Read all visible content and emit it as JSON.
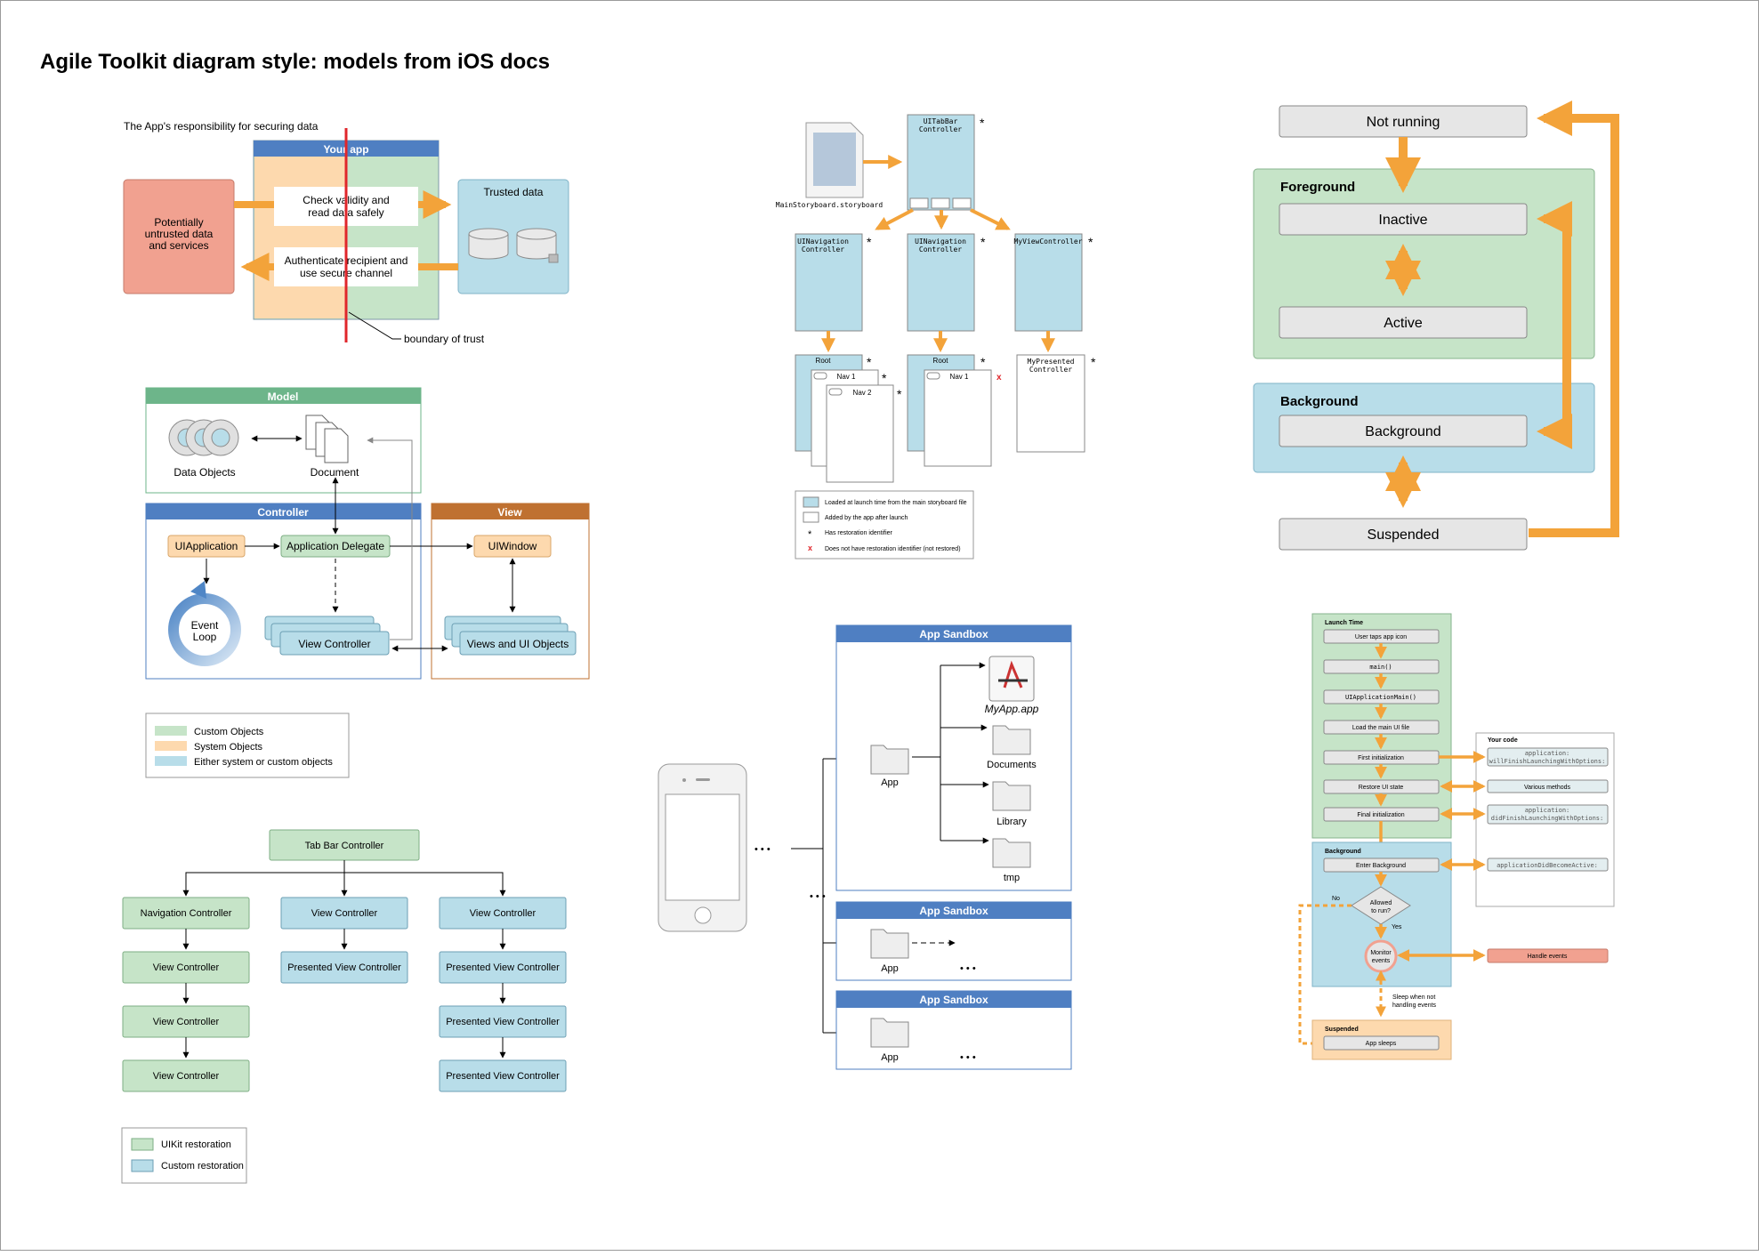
{
  "title": "Agile Toolkit diagram style: models from iOS docs",
  "colors": {
    "orange": "#f3a33a",
    "red": "#e0262b",
    "blue_header": "#4f7fc2",
    "green_header": "#6db58a",
    "brown_header": "#bf7131",
    "light_blue": "#b8dde9",
    "light_green": "#c6e4c8",
    "light_peach": "#fdd9ae",
    "salmon": "#f1a190",
    "gray_box": "#e6e6e6"
  },
  "security": {
    "caption": "The App's responsibility for securing data",
    "your_app": "Your app",
    "untrusted": [
      "Potentially",
      "untrusted data",
      "and services"
    ],
    "check": [
      "Check validity and",
      "read data safely"
    ],
    "authenticate": [
      "Authenticate recipient and",
      "use secure channel"
    ],
    "trusted": "Trusted data",
    "boundary": "boundary of trust"
  },
  "mvc": {
    "model": "Model",
    "data_objects": "Data Objects",
    "document": "Document",
    "controller": "Controller",
    "view": "View",
    "ui_application": "UIApplication",
    "app_delegate": "Application Delegate",
    "ui_window": "UIWindow",
    "event_loop": [
      "Event",
      "Loop"
    ],
    "view_controller": "View Controller",
    "views_ui_objects": "Views and UI Objects",
    "legend": [
      "Custom Objects",
      "System Objects",
      "Either system or custom objects"
    ]
  },
  "tabbar_tree": {
    "root": "Tab Bar Controller",
    "col1": [
      "Navigation Controller",
      "View Controller",
      "View Controller",
      "View Controller"
    ],
    "col2": [
      "View Controller",
      "Presented View Controller"
    ],
    "col3": [
      "View Controller",
      "Presented View Controller",
      "Presented View Controller",
      "Presented View Controller"
    ],
    "legend": [
      "UIKit restoration",
      "Custom restoration"
    ]
  },
  "storyboard": {
    "file": "MainStoryboard.storyboard",
    "tabbar": [
      "UITabBar",
      "Controller"
    ],
    "nav1": [
      "UINavigation",
      "Controller"
    ],
    "nav2": [
      "UINavigation",
      "Controller"
    ],
    "myvc": "MyViewController",
    "root": "Root",
    "nav_1": "Nav 1",
    "nav_2": "Nav 2",
    "presented": [
      "MyPresented",
      "Controller"
    ],
    "star": "*",
    "x": "x",
    "legend": [
      "Loaded at launch time from the main storyboard file",
      "Added by the app after launch",
      "Has restoration identifier",
      "Does not have restoration identifier (not restored)"
    ]
  },
  "sandbox": {
    "title": "App Sandbox",
    "app": "App",
    "myapp": "MyApp.app",
    "documents": "Documents",
    "library": "Library",
    "tmp": "tmp",
    "ellipsis": "• • •"
  },
  "states": {
    "not_running": "Not running",
    "foreground": "Foreground",
    "inactive": "Inactive",
    "active": "Active",
    "background_group": "Background",
    "background": "Background",
    "suspended": "Suspended"
  },
  "launch": {
    "launch_time": "Launch Time",
    "user_taps": "User taps app icon",
    "main": "main()",
    "uiappmain": "UIApplicationMain()",
    "load_ui": "Load the main UI file",
    "first_init": "First initialization",
    "restore_ui": "Restore UI state",
    "final_init": "Final initialization",
    "background": "Background",
    "enter_bg": "Enter Background",
    "no": "No",
    "yes": "Yes",
    "allowed": [
      "Allowed",
      "to run?"
    ],
    "monitor": [
      "Monitor",
      "events"
    ],
    "sleep": [
      "Sleep when not",
      "handling events"
    ],
    "suspended": "Suspended",
    "app_sleeps": "App sleeps",
    "your_code": "Your code",
    "will_finish": [
      "application:",
      "willFinishLaunchingWithOptions:"
    ],
    "various": "Various methods",
    "did_finish": [
      "application:",
      "didFinishLaunchingWithOptions:"
    ],
    "did_become": "applicationDidBecomeActive:",
    "handle_events": "Handle events"
  }
}
